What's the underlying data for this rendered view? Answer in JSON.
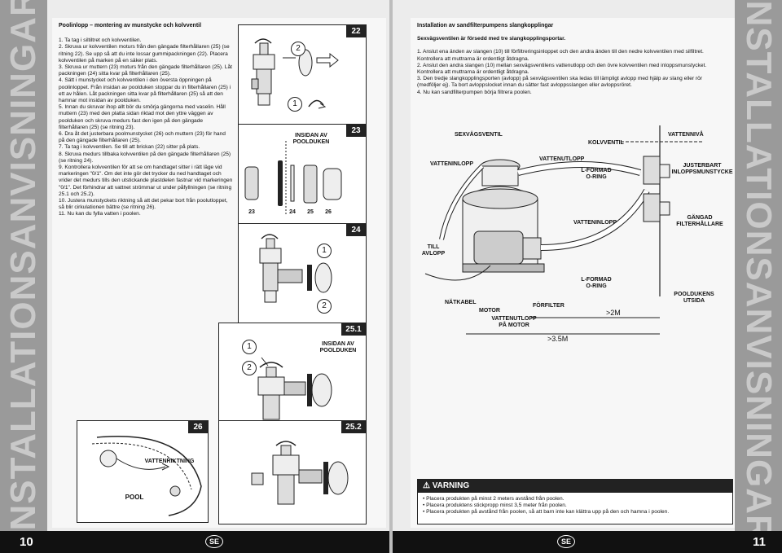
{
  "side_title": "INSTALLATIONSANVISNINGAR",
  "left": {
    "heading": "Poolinlopp – montering av munstycke och kolvventil",
    "steps": [
      "1. Ta tag i siltiltret och kolvventilen.",
      "2. Skruva ur kolvventilen moturs från den gängade filterhållaren (25) (se ritning 22). Se upp så att du inte lossar gummipackningen (22). Placera kolvventilen på marken på en säker plats.",
      "3. Skruva ur muttern (23) moturs från den gängade filterhållaren (25). Låt packningen (24) sitta kvar på filterhållaren (25).",
      "4. Sätt i munstycket och kolvventilen i den översta öppningen på poolinloppet. Från insidan av poolduken stoppar du in filterhållaren (25) i ett av hålen. Låt packningen sitta kvar på filterhållaren (25) så att den hamnar mot insidan av poolduken.",
      "5. Innan du skruvar ihop allt bör du smörja gängorna med vaselin. Håll muttern (23) med den platta sidan riktad mot den yttre väggen av poolduken och skruva medurs fast den igen på den gängade filterhållaren (25) (se ritning 23).",
      "6. Dra åt det justerbara poolmunstycket (26) och muttern (23) för hand på den gängade filterhållaren (25).",
      "7. Ta tag i kolvventilen. Se till att brickan (22) sitter på plats.",
      "8. Skruva medurs tillbaka kolvventilen på den gängade filterhållaren (25) (se ritning 24).",
      "9. Kontrollera kolvventilen för att se om handtaget sitter i rätt läge vid markeringen \"0/1\". Om det inte gör det trycker du ned handtaget och vrider det medurs tills den utstickande plastdelen fastnar vid markeringen \"0/1\". Det förhindrar att vattnet strömmar ut under påfyllningen (se ritning 25.1 och 25.2).",
      "10. Justera munstyckets riktning så att det pekar bort från poolutloppet, så blir cirkulationen bättre (se ritning 26).",
      "11. Nu kan du fylla vatten i poolen."
    ],
    "figures": {
      "f22": {
        "num": "22",
        "c1": "1",
        "c2": "2"
      },
      "f23": {
        "num": "23",
        "label": "INSIDAN AV POOLDUKEN",
        "parts": [
          "23",
          "24",
          "25",
          "26"
        ]
      },
      "f24": {
        "num": "24",
        "c1": "1",
        "c2": "2"
      },
      "f251": {
        "num": "25.1",
        "label": "INSIDAN AV POOLDUKEN",
        "c1": "1",
        "c2": "2"
      },
      "f26": {
        "num": "26",
        "label_dir": "VATTENRIKTNING",
        "label_pool": "POOL"
      },
      "f252": {
        "num": "25.2"
      }
    },
    "page_number": "10",
    "lang_badge": "SE"
  },
  "right": {
    "heading": "Installation av sandfilterpumpens slangkopplingar",
    "subheading": "Sexvägsventilen är försedd med tre slangkopplingsportar.",
    "steps": [
      "1. Anslut ena änden av slangen (10) till förfiltreringsinloppet och den andra änden till den nedre kolvventilen med silfiltret. Kontrollera att muttrarna är ordentligt åtdragna.",
      "2. Anslut den andra slangen (10) mellan sexvägsventilens vattenutlopp och den övre kolvventilen med inloppsmunstycket. Kontrollera att muttrarna är ordentligt åtdragna.",
      "3. Den tredje slangkopplingsporten (avlopp) på sexvägsventilen ska ledas till lämpligt avlopp med hjälp av slang eller rör (medföljer ej). Ta bort avloppslocket innan du sätter fast avloppsslangen eller avloppsröret.",
      "4. Nu kan sandfilterpumpen börja filtrera poolen."
    ],
    "diagram_labels": {
      "sexvagsventil": "SEXVÄGSVENTIL",
      "kolvventil": "KOLVVENTIL",
      "vattenniva": "VATTENNIVÅ",
      "vatteninlopp_top": "VATTENINLOPP",
      "vattenutlopp": "VATTENUTLOPP",
      "lformad_top": "L-FORMAD O-RING",
      "justerbart": "JUSTERBART INLOPPSMUNSTYCKE",
      "vatteninlopp_mid": "VATTENINLOPP",
      "gangad": "GÄNGAD FILTERHÅLLARE",
      "till_avlopp": "TILL AVLOPP",
      "lformad_bottom": "L-FORMAD O-RING",
      "pooldukens": "POOLDUKENS UTSIDA",
      "natkabel": "NÄTKABEL",
      "motor": "MOTOR",
      "forfilter": "FÖRFILTER",
      "vattenutlopp_motor": "VATTENUTLOPP PÅ MOTOR",
      "dist_2m": ">2M",
      "dist_35m": ">3.5M"
    },
    "warning": {
      "title": "VARNING",
      "items": [
        "• Placera produkten på minst 2 meters avstånd från poolen.",
        "• Placera produktens stickpropp minst 3,5 meter från poolen.",
        "• Placera produkten på avstånd från poolen, så att barn inte kan klättra upp på den och hamna i poolen."
      ]
    },
    "page_number": "11",
    "lang_badge": "SE"
  }
}
